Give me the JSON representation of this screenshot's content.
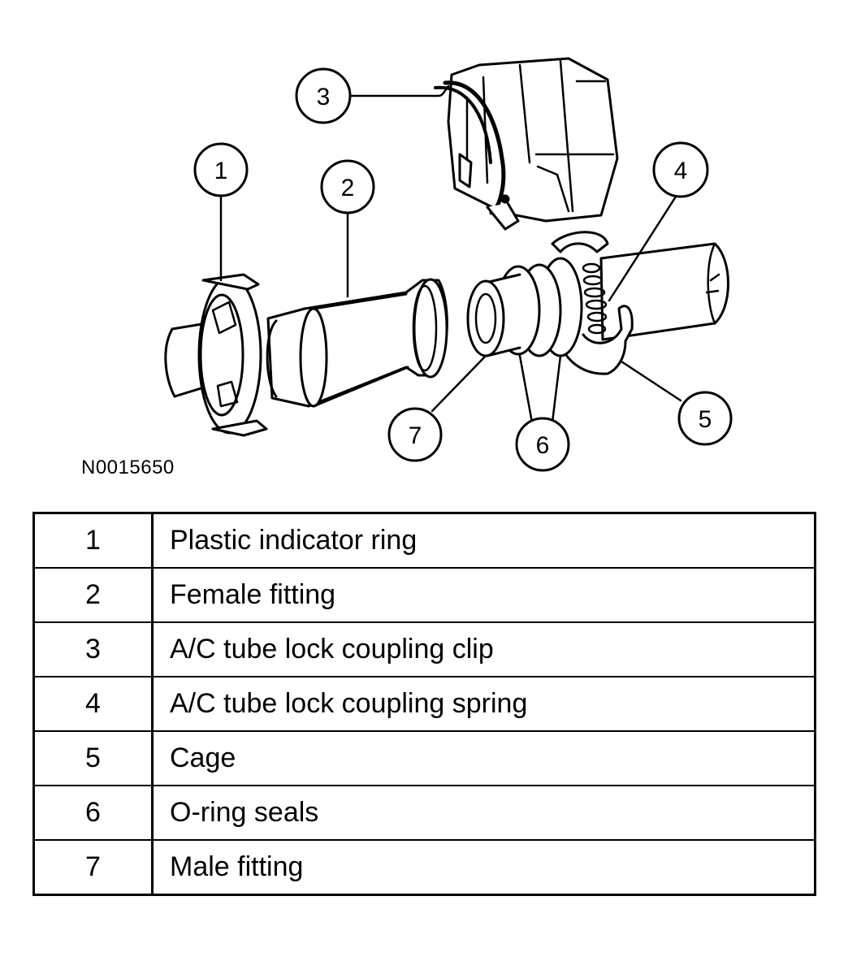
{
  "figure_id": "N0015650",
  "callouts": [
    "1",
    "2",
    "3",
    "4",
    "5",
    "6",
    "7"
  ],
  "legend": [
    {
      "number": "1",
      "description": "Plastic indicator ring"
    },
    {
      "number": "2",
      "description": "Female fitting"
    },
    {
      "number": "3",
      "description": "A/C tube lock coupling clip"
    },
    {
      "number": "4",
      "description": "A/C tube lock coupling spring"
    },
    {
      "number": "5",
      "description": "Cage"
    },
    {
      "number": "6",
      "description": "O-ring seals"
    },
    {
      "number": "7",
      "description": "Male fitting"
    }
  ]
}
